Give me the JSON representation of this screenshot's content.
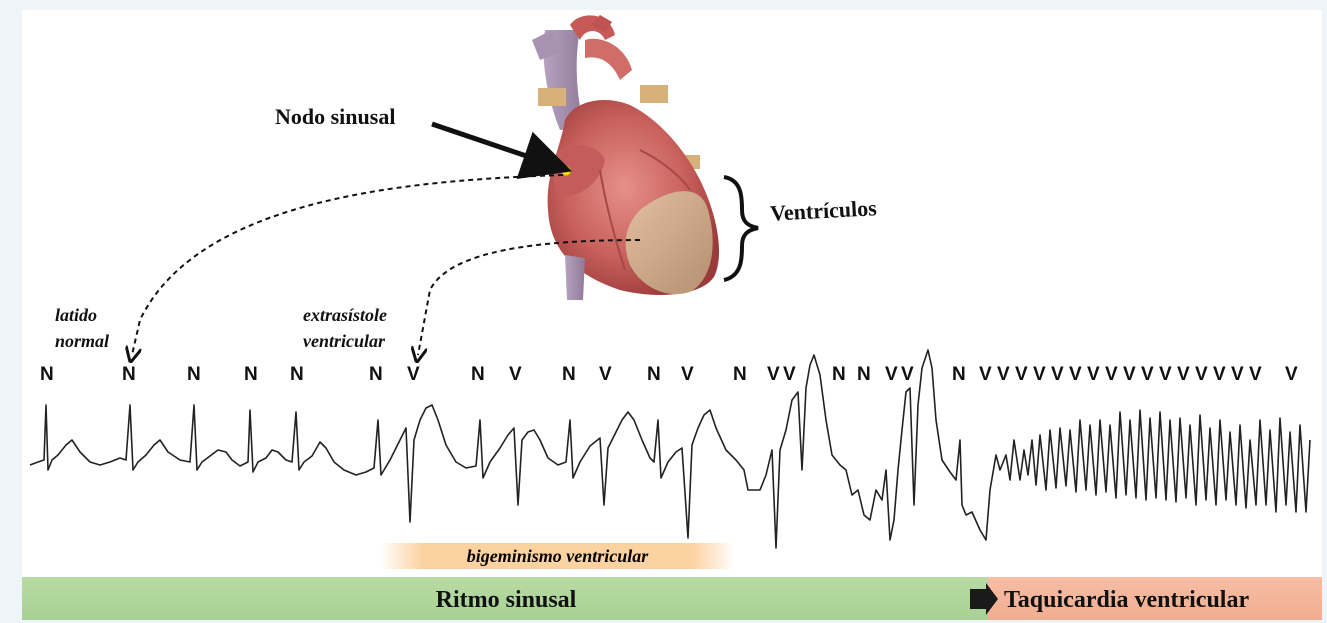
{
  "labels": {
    "nodo_sinusal": "Nodo sinusal",
    "ventriculos": "Ventrículos",
    "latido_line1": "latido",
    "latido_line2": "normal",
    "extra_line1": "extrasístole",
    "extra_line2": "ventricular",
    "bigeminismo": "bigeminismo ventricular",
    "ritmo_sinusal": "Ritmo sinusal",
    "taquicardia": "Taquicardia ventricular"
  },
  "beat_sequence": [
    "N",
    "N",
    "N",
    "N",
    "N",
    "N",
    "V",
    "N",
    "V",
    "N",
    "V",
    "N",
    "V",
    "N",
    "V",
    "V",
    "N",
    "N",
    "V",
    "V",
    "N",
    "V",
    "V",
    "V",
    "V",
    "V",
    "V",
    "V",
    "V",
    "V",
    "V",
    "V",
    "V",
    "V",
    "V",
    "V",
    "V",
    "V"
  ],
  "colors": {
    "sinus_bar": "#a8d193",
    "vt_bar": "#f2ad90",
    "sinus_node_dot": "#f6e21a",
    "bigeminy_highlight": "#fccd96"
  },
  "icons": [
    "heart-illustration",
    "arrow-icon",
    "brace-icon",
    "dashed-arrow-icon"
  ]
}
